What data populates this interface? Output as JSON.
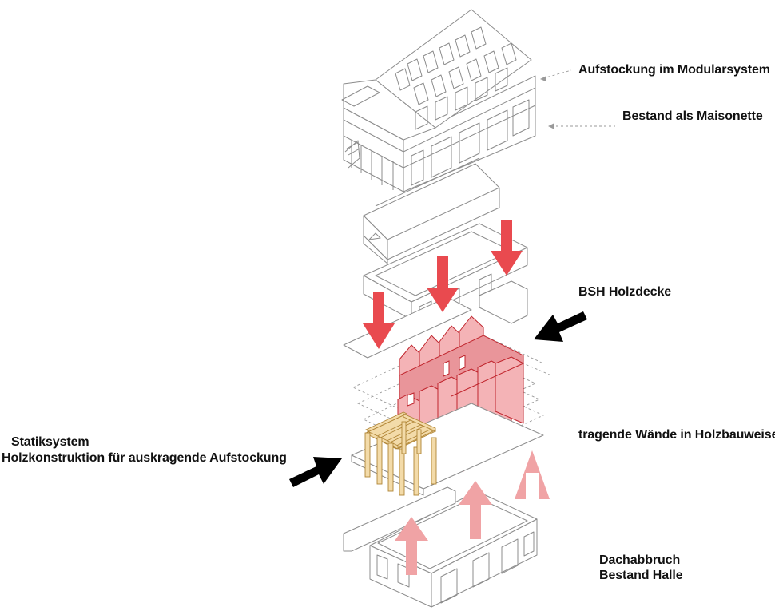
{
  "labels": {
    "aufstockung": "Aufstockung im Modularsystem",
    "maisonette": "Bestand als Maisonette",
    "holzdecke": "BSH Holzdecke",
    "statik_line1": "Statiksystem",
    "statik_line2": "Holzkonstruktion für auskragende Aufstockung",
    "waende": "tragende Wände in Holzbauweise",
    "dach_line1": "Dachabbruch",
    "dach_line2": "Bestand Halle"
  },
  "colors": {
    "down_arrow": "#e94a4f",
    "up_arrow": "#f0a3a5",
    "black_arrow": "#000000",
    "walls": "#f4b3b6",
    "timber": "#f3dba9",
    "linework": "#8c8c8c"
  }
}
